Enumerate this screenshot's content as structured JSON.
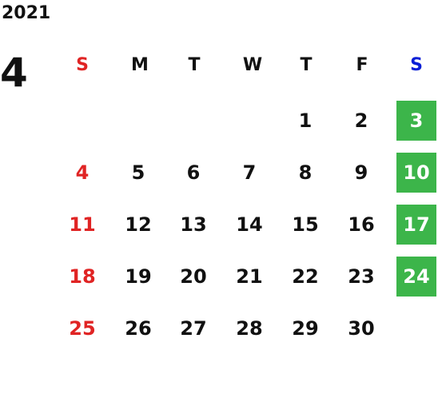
{
  "calendar": {
    "year": "2021",
    "month": "4",
    "weekdays": [
      "S",
      "M",
      "T",
      "W",
      "T",
      "F",
      "S"
    ],
    "weeks": [
      [
        "",
        "",
        "",
        "",
        "1",
        "2",
        "3"
      ],
      [
        "4",
        "5",
        "6",
        "7",
        "8",
        "9",
        "10"
      ],
      [
        "11",
        "12",
        "13",
        "14",
        "15",
        "16",
        "17"
      ],
      [
        "18",
        "19",
        "20",
        "21",
        "22",
        "23",
        "24"
      ],
      [
        "25",
        "26",
        "27",
        "28",
        "29",
        "30",
        ""
      ]
    ]
  },
  "colors": {
    "sunday_text": "#e02424",
    "saturday_header_text": "#0a1fd6",
    "saturday_cell_bg": "#3cb54a",
    "saturday_cell_text": "#ffffff",
    "default_text": "#111111"
  }
}
